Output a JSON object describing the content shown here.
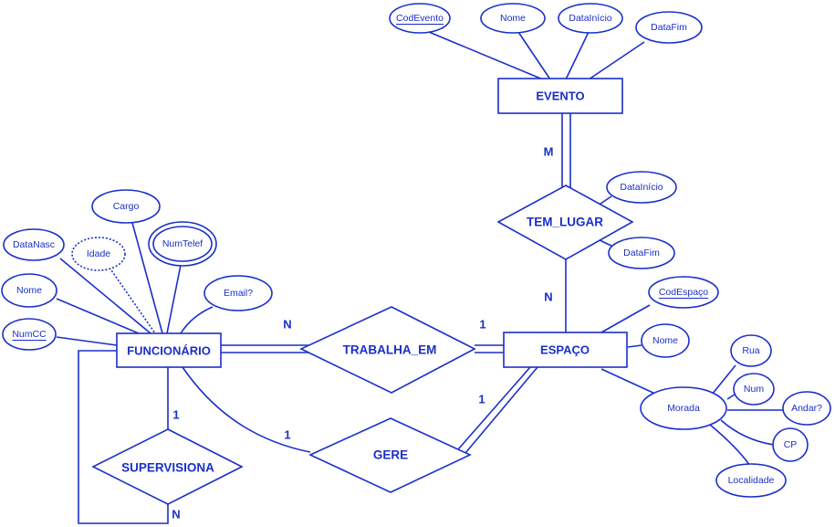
{
  "entities": {
    "evento": "EVENTO",
    "espaco": "ESPAÇO",
    "funcionario": "FUNCIONÁRIO"
  },
  "relationships": {
    "tem_lugar": "TEM_LUGAR",
    "trabalha_em": "TRABALHA_EM",
    "gere": "GERE",
    "supervisiona": "SUPERVISIONA"
  },
  "attributes": {
    "evento": {
      "cod_evento": "CodEvento",
      "nome": "Nome",
      "data_inicio": "DataInício",
      "data_fim": "DataFim"
    },
    "tem_lugar": {
      "data_inicio": "DataInício",
      "data_fim": "DataFim"
    },
    "espaco": {
      "cod_espaco": "CodEspaço",
      "nome": "Nome",
      "morada": "Morada",
      "rua": "Rua",
      "num": "Num",
      "andar": "Andar?",
      "cp": "CP",
      "localidade": "Localidade"
    },
    "funcionario": {
      "cargo": "Cargo",
      "data_nasc": "DataNasc",
      "idade": "Idade",
      "num_telef": "NumTelef",
      "email": "Email?",
      "nome": "Nome",
      "num_cc": "NumCC"
    }
  },
  "cardinalities": {
    "evento_tem_lugar": "M",
    "espaco_tem_lugar": "N",
    "funcionario_trabalha_em": "N",
    "espaco_trabalha_em": "1",
    "espaco_gere": "1",
    "funcionario_gere": "1",
    "supervisiona_top": "1",
    "supervisiona_bottom": "N"
  },
  "colors": {
    "stroke": "#1a2fc9",
    "text": "#1a2fc9",
    "background": "#ffffff"
  }
}
